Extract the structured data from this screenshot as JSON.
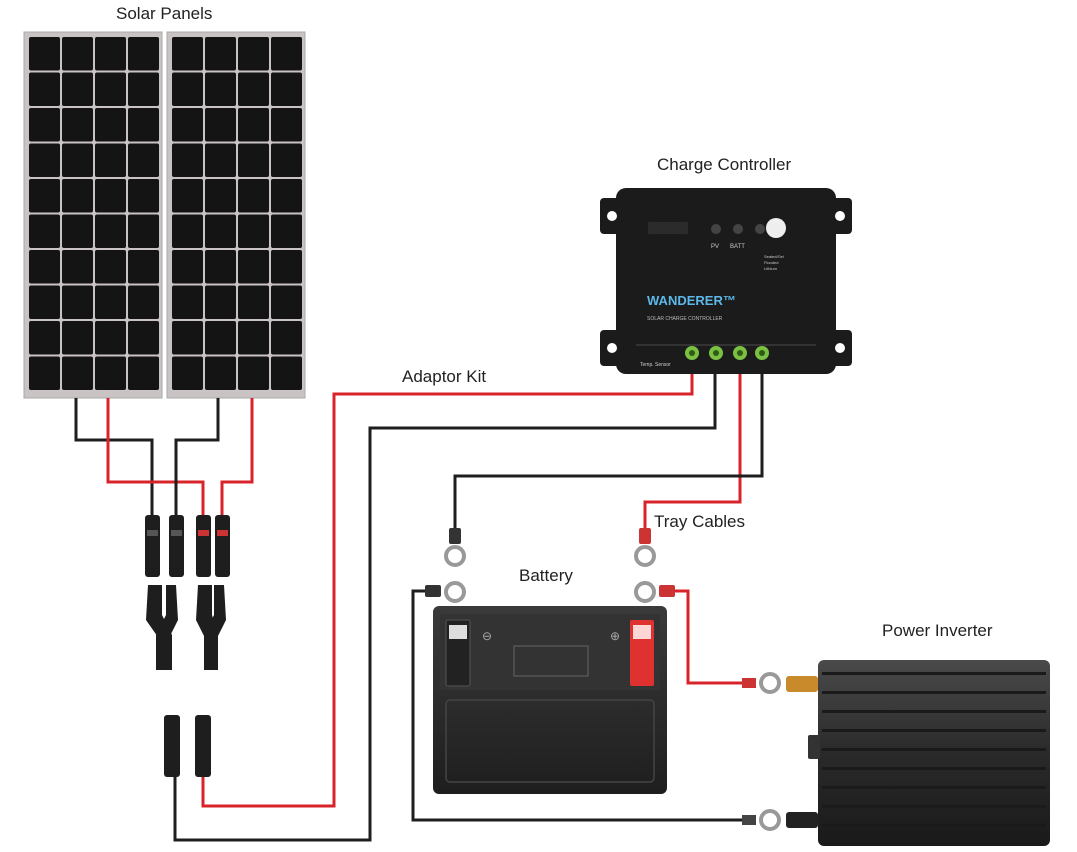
{
  "labels": {
    "solar_panels": "Solar Panels",
    "charge_controller": "Charge Controller",
    "adaptor_kit": "Adaptor Kit",
    "tray_cables": "Tray Cables",
    "battery": "Battery",
    "power_inverter": "Power Inverter"
  },
  "controller": {
    "brand": "WANDERER™",
    "subtitle": "SOLAR CHARGE CONTROLLER",
    "led_pv": "PV",
    "led_batt": "BATT",
    "temp_sensor": "Temp. Sensor",
    "mode_lines": [
      "Sealed/Gel",
      "Flooded",
      "Lithium"
    ]
  },
  "battery": {
    "neg_symbol": "⊖",
    "pos_symbol": "⊕"
  },
  "colors": {
    "wire_red": "#d8232a",
    "wire_black": "#1e1e1e",
    "panel_cell": "#141414",
    "panel_frame": "#c9c3c3",
    "controller_body": "#1b1b1b",
    "controller_accent": "#5bb8e8",
    "terminal_green": "#7bc043",
    "battery_body": "#2a2a2a",
    "battery_red_terminal": "#e03131",
    "inverter_body": "#2b2b2b"
  }
}
